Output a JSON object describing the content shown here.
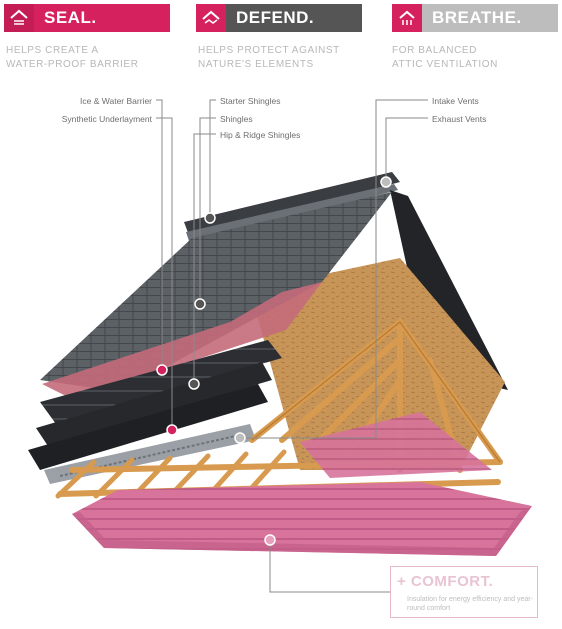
{
  "badges": [
    {
      "label": "SEAL.",
      "color": "#d6215f",
      "icon": "house-seal-icon"
    },
    {
      "label": "DEFEND.",
      "color": "#555555",
      "icon": "house-defend-icon"
    },
    {
      "label": "BREATHE.",
      "color": "#bdbdbd",
      "icon": "house-breathe-icon"
    }
  ],
  "subtitles": {
    "seal": [
      "HELPS CREATE A",
      "WATER-PROOF BARRIER"
    ],
    "defend": [
      "HELPS PROTECT AGAINST",
      "NATURE'S ELEMENTS"
    ],
    "breathe": [
      "FOR BALANCED",
      "ATTIC VENTILATION"
    ]
  },
  "labels": {
    "ice_water": "Ice & Water Barrier",
    "synthetic": "Synthetic Underlayment",
    "starter": "Starter Shingles",
    "shingles": "Shingles",
    "hip_ridge": "Hip & Ridge Shingles",
    "intake": "Intake Vents",
    "exhaust": "Exhaust Vents"
  },
  "comfort": {
    "title": "+ COMFORT.",
    "description": "Insulation for energy efficiency and year-round comfort"
  },
  "colors": {
    "seal": "#d6215f",
    "defend": "#555555",
    "breathe": "#bdbdbd",
    "insulation": "#d8739c"
  }
}
